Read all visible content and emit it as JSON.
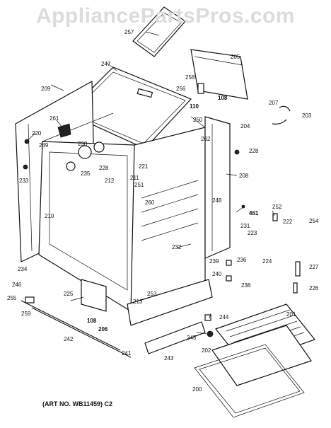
{
  "watermark": "AppliancePartsPros.com",
  "caption": "(ART NO. WB11459) C2",
  "part_labels": [
    {
      "id": "p257",
      "text": "257"
    },
    {
      "id": "p205",
      "text": "205"
    },
    {
      "id": "p247",
      "text": "247"
    },
    {
      "id": "p258",
      "text": "258"
    },
    {
      "id": "p256",
      "text": "256"
    },
    {
      "id": "p108a",
      "text": "108"
    },
    {
      "id": "p110",
      "text": "110"
    },
    {
      "id": "p209",
      "text": "209"
    },
    {
      "id": "p207",
      "text": "207"
    },
    {
      "id": "p203",
      "text": "203"
    },
    {
      "id": "p261",
      "text": "261"
    },
    {
      "id": "p250",
      "text": "250"
    },
    {
      "id": "p204",
      "text": "204"
    },
    {
      "id": "p220",
      "text": "220"
    },
    {
      "id": "p262",
      "text": "262"
    },
    {
      "id": "p249",
      "text": "249"
    },
    {
      "id": "p230",
      "text": "230"
    },
    {
      "id": "p228a",
      "text": "228"
    },
    {
      "id": "p228b",
      "text": "228"
    },
    {
      "id": "p221",
      "text": "221"
    },
    {
      "id": "p235",
      "text": "235"
    },
    {
      "id": "p233",
      "text": "233"
    },
    {
      "id": "p211",
      "text": "211"
    },
    {
      "id": "p208",
      "text": "208"
    },
    {
      "id": "p212",
      "text": "212"
    },
    {
      "id": "p251",
      "text": "251"
    },
    {
      "id": "p248",
      "text": "248"
    },
    {
      "id": "p260",
      "text": "260"
    },
    {
      "id": "p252",
      "text": "252"
    },
    {
      "id": "p461",
      "text": "461"
    },
    {
      "id": "p254",
      "text": "254"
    },
    {
      "id": "p210",
      "text": "210"
    },
    {
      "id": "p231",
      "text": "231"
    },
    {
      "id": "p222",
      "text": "222"
    },
    {
      "id": "p223",
      "text": "223"
    },
    {
      "id": "p232",
      "text": "232"
    },
    {
      "id": "p224",
      "text": "224"
    },
    {
      "id": "p236",
      "text": "236"
    },
    {
      "id": "p227",
      "text": "227"
    },
    {
      "id": "p239",
      "text": "239"
    },
    {
      "id": "p234",
      "text": "234"
    },
    {
      "id": "p240",
      "text": "240"
    },
    {
      "id": "p246",
      "text": "246"
    },
    {
      "id": "p238",
      "text": "238"
    },
    {
      "id": "p226",
      "text": "226"
    },
    {
      "id": "p225",
      "text": "225"
    },
    {
      "id": "p253",
      "text": "253"
    },
    {
      "id": "p255",
      "text": "255"
    },
    {
      "id": "p213",
      "text": "213"
    },
    {
      "id": "p244",
      "text": "244"
    },
    {
      "id": "p259",
      "text": "259"
    },
    {
      "id": "p201",
      "text": "201"
    },
    {
      "id": "p108b",
      "text": "108"
    },
    {
      "id": "p206",
      "text": "206"
    },
    {
      "id": "p245",
      "text": "245"
    },
    {
      "id": "p242",
      "text": "242"
    },
    {
      "id": "p241",
      "text": "241"
    },
    {
      "id": "p202",
      "text": "202"
    },
    {
      "id": "p243",
      "text": "243"
    },
    {
      "id": "p200",
      "text": "200"
    }
  ]
}
